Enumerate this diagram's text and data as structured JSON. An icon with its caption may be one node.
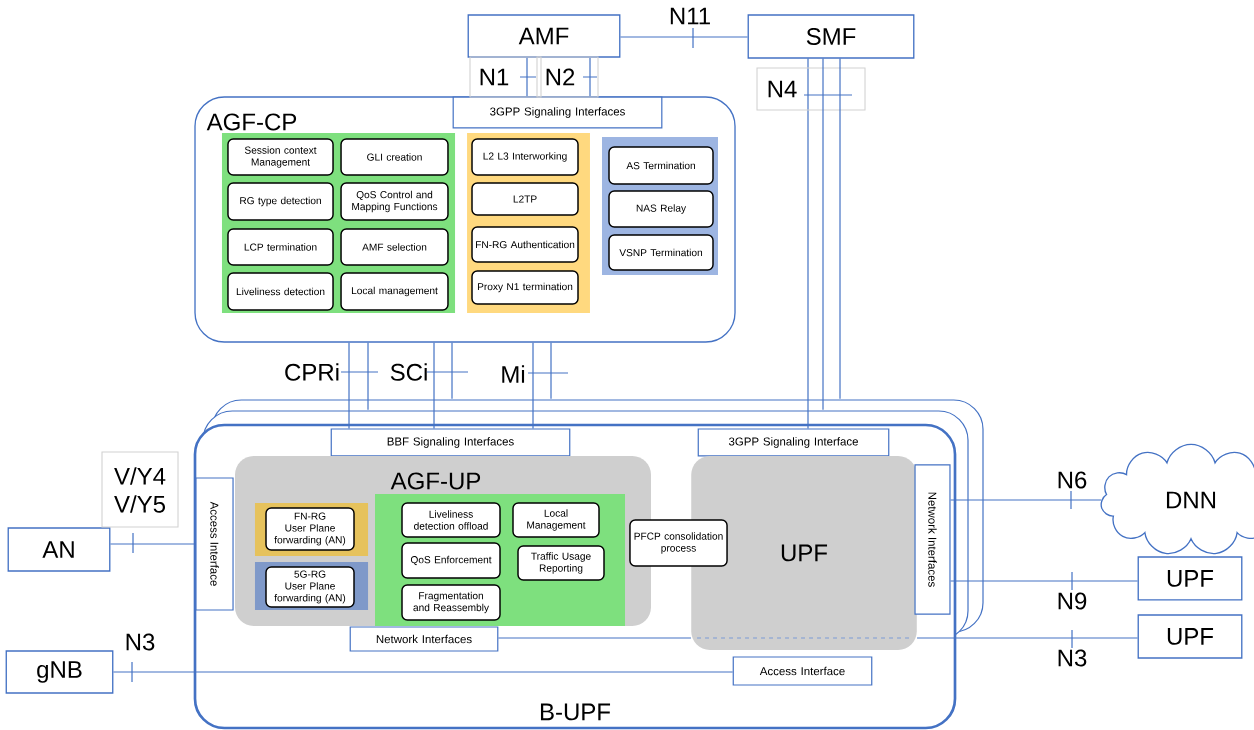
{
  "diagram": {
    "nodes": [
      {
        "text": [
          "AMF"
        ]
      },
      {
        "text": [
          "SMF"
        ]
      },
      {
        "text": [
          "AGF-CP"
        ]
      },
      {
        "text": [
          "3GPP Signaling Interfaces"
        ],
        "in": 2
      },
      {
        "text": [],
        "shape": "box",
        "in": 2
      },
      {
        "text": [
          "Session context Management"
        ],
        "in": 4
      },
      {
        "text": [
          "GLI creation"
        ],
        "in": 4
      },
      {
        "text": [
          "RG type detection"
        ],
        "in": 4
      },
      {
        "text": [
          "QoS Control and Mapping Functions"
        ],
        "in": 4
      },
      {
        "text": [
          "LCP termination"
        ],
        "in": 4
      },
      {
        "text": [
          "AMF selection"
        ],
        "in": 4
      },
      {
        "text": [
          "Liveliness detection"
        ],
        "in": 4
      },
      {
        "text": [
          "Local management"
        ],
        "in": 4
      },
      {
        "text": [],
        "shape": "box",
        "in": 2
      },
      {
        "text": [
          "L2 L3 Interworking"
        ],
        "in": 13
      },
      {
        "text": [
          "L2TP"
        ],
        "in": 13
      },
      {
        "text": [
          "FN-RG Authentication"
        ],
        "in": 13
      },
      {
        "text": [
          "Proxy N1 termination"
        ],
        "in": 13
      },
      {
        "text": [],
        "shape": "box",
        "in": 2
      },
      {
        "text": [
          "AS Termination"
        ],
        "in": 18
      },
      {
        "text": [
          "NAS Relay"
        ],
        "in": 18
      },
      {
        "text": [
          "VSNP Termination"
        ],
        "in": 18
      },
      {
        "text": [
          "B-UPF"
        ]
      },
      {
        "text": [
          "BBF Signaling Interfaces"
        ],
        "in": 22
      },
      {
        "text": [
          "3GPP Signaling Interface"
        ],
        "in": 22
      },
      {
        "text": [
          "Access Interface"
        ],
        "in": 22
      },
      {
        "text": [
          "AGF-UP"
        ],
        "in": 22
      },
      {
        "text": [],
        "shape": "box",
        "in": 26
      },
      {
        "text": [
          "FN-RG User Plane forwarding (AN)"
        ],
        "in": 27
      },
      {
        "text": [],
        "shape": "box",
        "in": 26
      },
      {
        "text": [
          "5G-RG User Plane forwarding (AN)"
        ],
        "in": 29
      },
      {
        "text": [],
        "shape": "box",
        "in": 26
      },
      {
        "text": [
          "Liveliness detection offload"
        ],
        "in": 31
      },
      {
        "text": [
          "Local Management"
        ],
        "in": 31
      },
      {
        "text": [
          "QoS Enforcement"
        ],
        "in": 31
      },
      {
        "text": [
          "Traffic Usage Reporting"
        ],
        "in": 31
      },
      {
        "text": [
          "Fragmentation and Reassembly"
        ],
        "in": 31
      },
      {
        "text": [
          "PFCP consolidation process"
        ],
        "in": 22
      },
      {
        "text": [
          "UPF"
        ],
        "in": 22
      },
      {
        "text": [
          "Network Interfaces"
        ],
        "in": 22
      },
      {
        "text": [
          "Network Interfaces"
        ],
        "in": 22
      },
      {
        "text": [
          "Access Interface"
        ],
        "in": 22
      },
      {
        "text": [
          "AN"
        ]
      },
      {
        "text": [
          "gNB"
        ]
      },
      {
        "text": [
          "DNN"
        ]
      },
      {
        "text": [
          "UPF"
        ]
      },
      {
        "text": [
          "UPF"
        ]
      }
    ],
    "edges": [
      {
        "from": 0,
        "to": 1,
        "arrow": "none",
        "label": "N11"
      },
      {
        "from": 0,
        "to": 3,
        "arrow": "none",
        "label": "N1"
      },
      {
        "from": 0,
        "to": 3,
        "arrow": "none",
        "label": "N2"
      },
      {
        "from": 1,
        "to": 24,
        "arrow": "none",
        "label": "N4"
      },
      {
        "from": 1,
        "to": 22,
        "arrow": "none"
      },
      {
        "from": 1,
        "to": 22,
        "arrow": "none"
      },
      {
        "from": 2,
        "to": 23,
        "arrow": "none",
        "label": "CPRi"
      },
      {
        "from": 2,
        "to": 22,
        "arrow": "none"
      },
      {
        "from": 2,
        "to": 23,
        "arrow": "none",
        "label": "SCi"
      },
      {
        "from": 2,
        "to": 22,
        "arrow": "none"
      },
      {
        "from": 2,
        "to": 23,
        "arrow": "none",
        "label": "Mi"
      },
      {
        "from": 2,
        "to": 22,
        "arrow": "none"
      },
      {
        "from": 42,
        "to": 25,
        "arrow": "none",
        "label": "V/Y4 V/Y5"
      },
      {
        "from": 43,
        "to": 41,
        "arrow": "none",
        "label": "N3"
      },
      {
        "from": 39,
        "to": 44,
        "arrow": "none",
        "label": "N6"
      },
      {
        "from": 39,
        "to": 45,
        "arrow": "none",
        "label": "N9"
      },
      {
        "from": 40,
        "to": 38,
        "arrow": "none"
      },
      {
        "from": 38,
        "to": 46,
        "arrow": "none",
        "label": "N3"
      }
    ]
  }
}
